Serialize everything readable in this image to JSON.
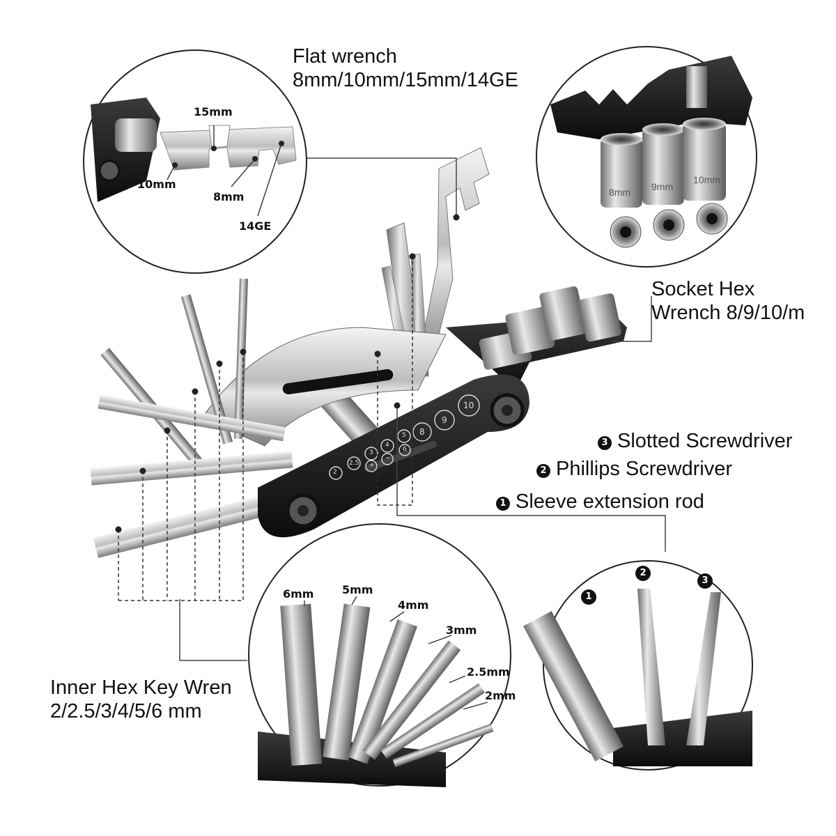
{
  "labels": {
    "flat_wrench_title": "Flat wrench",
    "flat_wrench_sizes": "8mm/10mm/15mm/14GE",
    "socket_title": "Socket Hex",
    "socket_sizes": "Wrench 8/9/10/m",
    "slotted": "Slotted Screwdriver",
    "phillips": "Phillips Screwdriver",
    "sleeve": "Sleeve extension rod",
    "hex_key_title": "Inner Hex Key Wren",
    "hex_key_sizes": "2/2.5/3/4/5/6 mm"
  },
  "markers": {
    "one": "1",
    "two": "2",
    "three": "3"
  },
  "wrench_detail": {
    "s15": "15mm",
    "s10": "10mm",
    "s8": "8mm",
    "s14": "14GE"
  },
  "socket_detail": {
    "s8": "8mm",
    "s9": "9mm",
    "s10": "10mm"
  },
  "hex_detail": {
    "h6": "6mm",
    "h5": "5mm",
    "h4": "4mm",
    "h3": "3mm",
    "h25": "2.5mm",
    "h2": "2mm"
  },
  "tool_body_marks": [
    "2",
    "2.5",
    "3",
    "4",
    "5",
    "6",
    "8",
    "9",
    "10",
    "+",
    "−"
  ]
}
